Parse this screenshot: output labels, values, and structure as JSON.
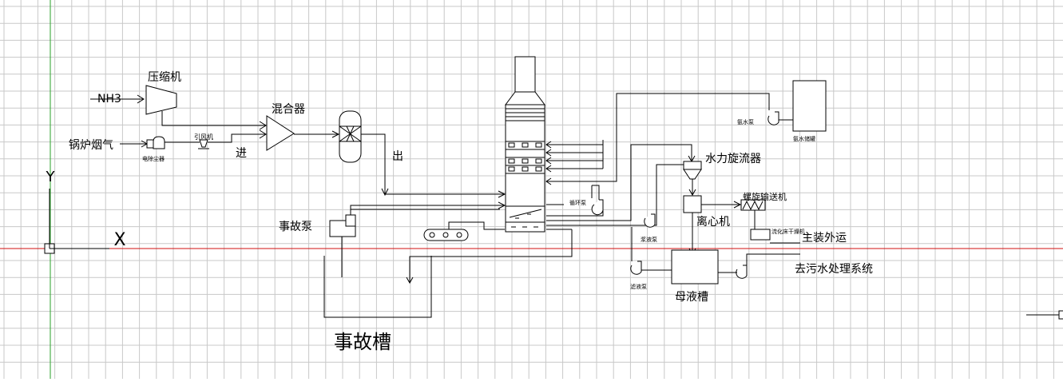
{
  "colors": {
    "background": "#ffffff",
    "grid": "#c8c8c8",
    "x_axis_line": "#d01010",
    "y_axis_line": "#2aa02a",
    "ink": "#000000"
  },
  "labels": {
    "nh3": "NH3",
    "compressor": "压缩机",
    "boiler_flue_gas": "锅炉烟气",
    "electrostatic_precipitator": "电除尘器",
    "induced_fan": "引风机",
    "inlet": "进",
    "mixer": "混合器",
    "outlet": "出",
    "accident_pump": "事故泵",
    "accident_tank": "事故槽",
    "circulation_pump": "循环泵",
    "ammonia_pump": "氨水泵",
    "ammonia_tank": "氨水储罐",
    "hydrocyclone": "水力旋流器",
    "centrifuge": "离心机",
    "screw_conveyor": "螺旋输送机",
    "fluid_bed_dryer": "流化床干燥机",
    "slurry_pump": "浆液泵",
    "filtrate_pump": "滤液泵",
    "mother_liquor_tank": "母液槽",
    "packing_transport": "主装外运",
    "to_wastewater": "去污水处理系统",
    "ucs_y": "Y",
    "ucs_x": "X"
  }
}
